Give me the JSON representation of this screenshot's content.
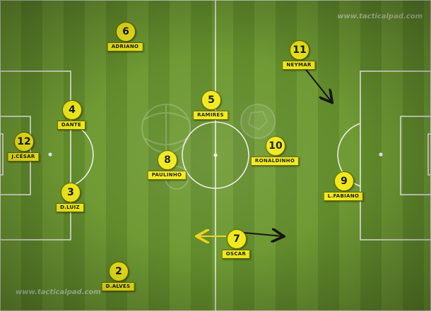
{
  "watermarks": {
    "top": "www.tacticalpad.com",
    "bottom": "www.tacticalpad.com"
  },
  "players": [
    {
      "number": "12",
      "name": "J.CÉSAR"
    },
    {
      "number": "4",
      "name": "DANTE"
    },
    {
      "number": "3",
      "name": "D.LUIZ"
    },
    {
      "number": "6",
      "name": "ADRIANO"
    },
    {
      "number": "2",
      "name": "D.ALVES"
    },
    {
      "number": "5",
      "name": "RAMIRES"
    },
    {
      "number": "8",
      "name": "PAULINHO"
    },
    {
      "number": "10",
      "name": "RONALDINHO"
    },
    {
      "number": "7",
      "name": "OSCAR"
    },
    {
      "number": "11",
      "name": "NEYMAR"
    },
    {
      "number": "9",
      "name": "L.FABIANO"
    }
  ],
  "arrow_colors": {
    "neymar": "#151515",
    "oscar_right": "#151515",
    "oscar_left": "#f0d21a"
  }
}
